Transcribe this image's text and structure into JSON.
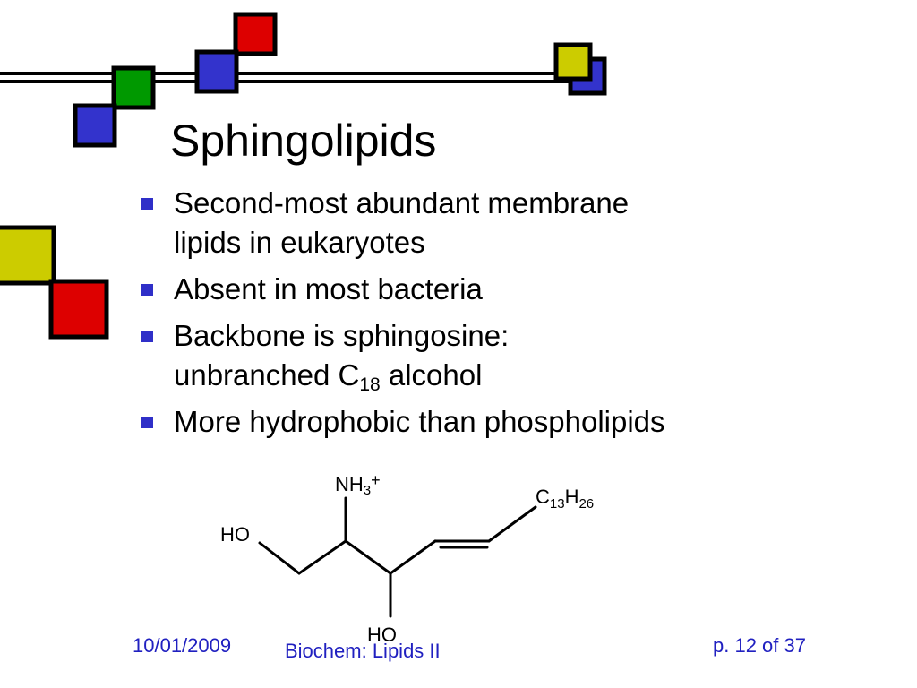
{
  "slide": {
    "title": "Sphingolipids",
    "bullets": [
      {
        "lines": [
          "Second-most abundant membrane",
          "lipids in eukaryotes"
        ]
      },
      {
        "lines": [
          "Absent in most bacteria"
        ]
      },
      {
        "line1": "Backbone is sphingosine:",
        "line2_pre": "unbranched C",
        "line2_sub": "18",
        "line2_post": " alcohol"
      },
      {
        "lines": [
          "More hydrophobic than phospholipids"
        ]
      }
    ],
    "molecule": {
      "amine_label": "NH",
      "amine_sub": "3",
      "amine_charge": "+",
      "hydroxyl_left": "HO",
      "hydroxyl_bottom": "HO",
      "chain_c": "C",
      "chain_c_sub": "13",
      "chain_h": "H",
      "chain_h_sub": "26"
    }
  },
  "footer": {
    "date": "10/01/2009",
    "course": "Biochem: Lipids II",
    "page": "p. 12 of 37"
  },
  "colors": {
    "deco_red": "#dd0000",
    "deco_blue": "#3333cc",
    "deco_green": "#009900",
    "deco_yellow": "#cccc00",
    "footer_text": "#2020c0",
    "bullet_marker": "#2f2fc8"
  }
}
